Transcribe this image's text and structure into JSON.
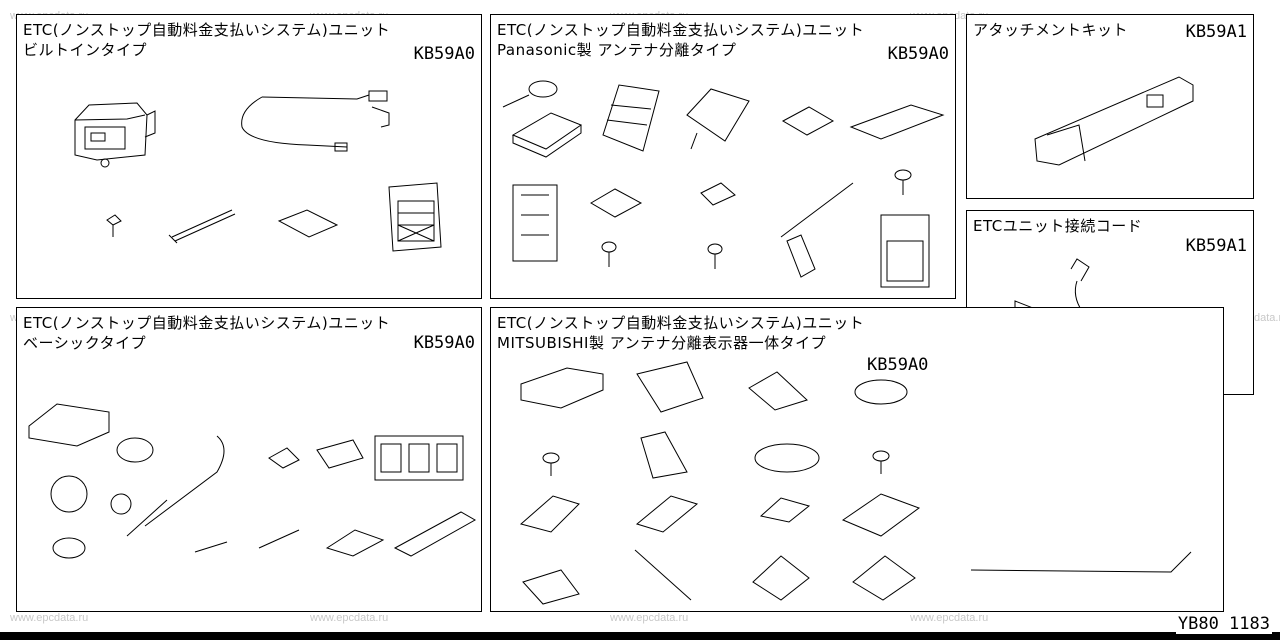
{
  "panels": {
    "builtin": {
      "title_line1": "ETC(ノンストップ自動料金支払いシステム)ユニット",
      "title_line2": "ビルトインタイプ",
      "code": "KB59A0"
    },
    "panasonic": {
      "title_line1": "ETC(ノンストップ自動料金支払いシステム)ユニット",
      "title_line2": "Panasonic製 アンテナ分離タイプ",
      "code": "KB59A0"
    },
    "attachment": {
      "title_line1": "アタッチメントキット",
      "code": "KB59A1"
    },
    "cord": {
      "title_line1": "ETCユニット接続コード",
      "code": "KB59A1"
    },
    "basic": {
      "title_line1": "ETC(ノンストップ自動料金支払いシステム)ユニット",
      "title_line2": "ベーシックタイプ",
      "code": "KB59A0"
    },
    "mitsubishi": {
      "title_line1": "ETC(ノンストップ自動料金支払いシステム)ユニット",
      "title_line2": "MITSUBISHI製 アンテナ分離表示器一体タイプ",
      "code": "KB59A0"
    }
  },
  "watermark": "www.epcdata.ru",
  "footer": {
    "ref_code": "YB80 1183"
  }
}
